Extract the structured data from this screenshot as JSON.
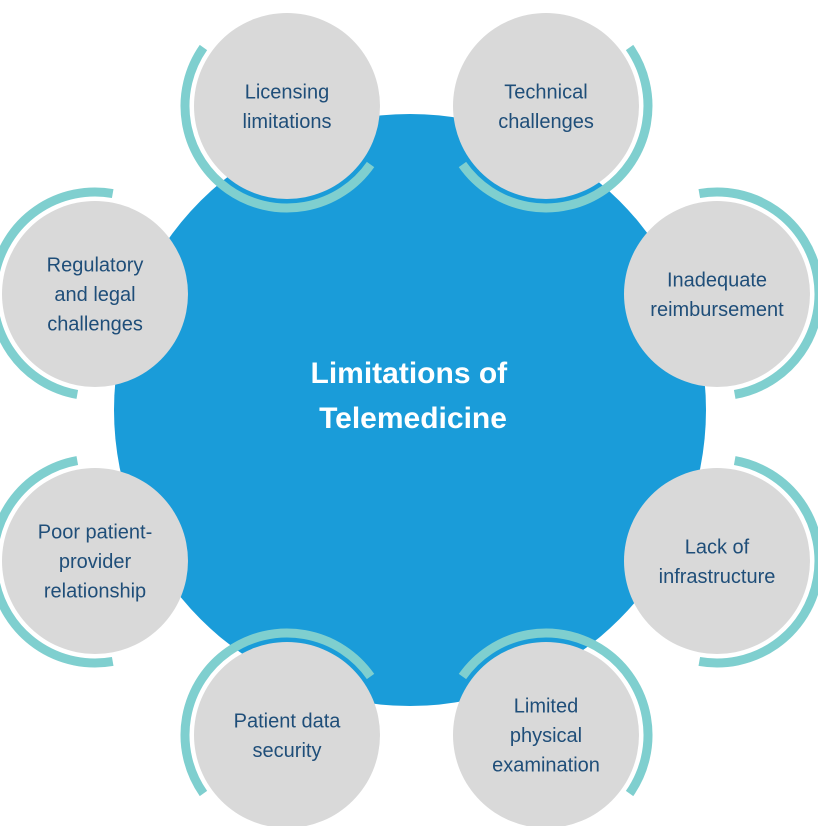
{
  "colors": {
    "center_fill": "#1a9cd9",
    "node_fill": "#d9d9d9",
    "accent_ring": "#7fcfcf",
    "node_text": "#1f4e79",
    "center_text": "#ffffff"
  },
  "center": {
    "title_lines": [
      "Limitations of",
      "Telemedicine"
    ]
  },
  "nodes": [
    {
      "lines": [
        "Licensing",
        "limitations"
      ]
    },
    {
      "lines": [
        "Technical",
        "challenges"
      ]
    },
    {
      "lines": [
        "Inadequate",
        "reimbursement"
      ]
    },
    {
      "lines": [
        "Lack of",
        "infrastructure"
      ]
    },
    {
      "lines": [
        "Limited",
        "physical",
        "examination"
      ]
    },
    {
      "lines": [
        "Patient data",
        "security"
      ]
    },
    {
      "lines": [
        "Poor patient-",
        "provider",
        "relationship"
      ]
    },
    {
      "lines": [
        "Regulatory",
        "and legal",
        "challenges"
      ]
    }
  ]
}
